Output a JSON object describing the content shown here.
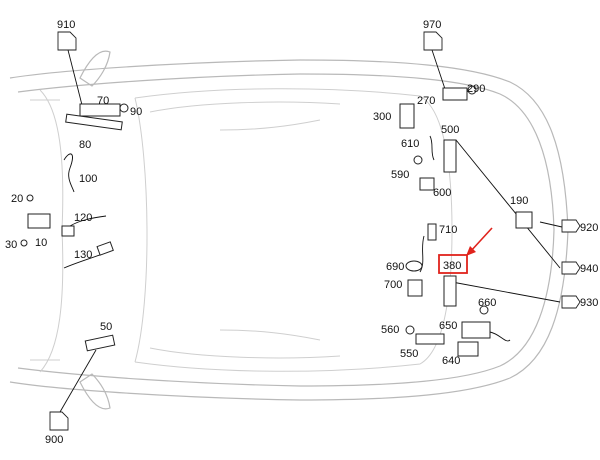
{
  "labels": {
    "p910": "910",
    "p970": "970",
    "p70": "70",
    "p90": "90",
    "p80": "80",
    "p100": "100",
    "p20": "20",
    "p120": "120",
    "p10": "10",
    "p30": "30",
    "p130": "130",
    "p50": "50",
    "p900": "900",
    "p270": "270",
    "p290": "290",
    "p300": "300",
    "p500": "500",
    "p610": "610",
    "p590": "590",
    "p600": "600",
    "p190": "190",
    "p920": "920",
    "p940": "940",
    "p710": "710",
    "p690": "690",
    "p380": "380",
    "p700": "700",
    "p930": "930",
    "p660": "660",
    "p560": "560",
    "p650": "650",
    "p550": "550",
    "p640": "640"
  },
  "colors": {
    "highlight": "#e0231c",
    "line": "#111111",
    "body": "#b9b9b9"
  },
  "icons": {
    "connector": "connector-icon",
    "arrow": "pointer-arrow-icon"
  }
}
